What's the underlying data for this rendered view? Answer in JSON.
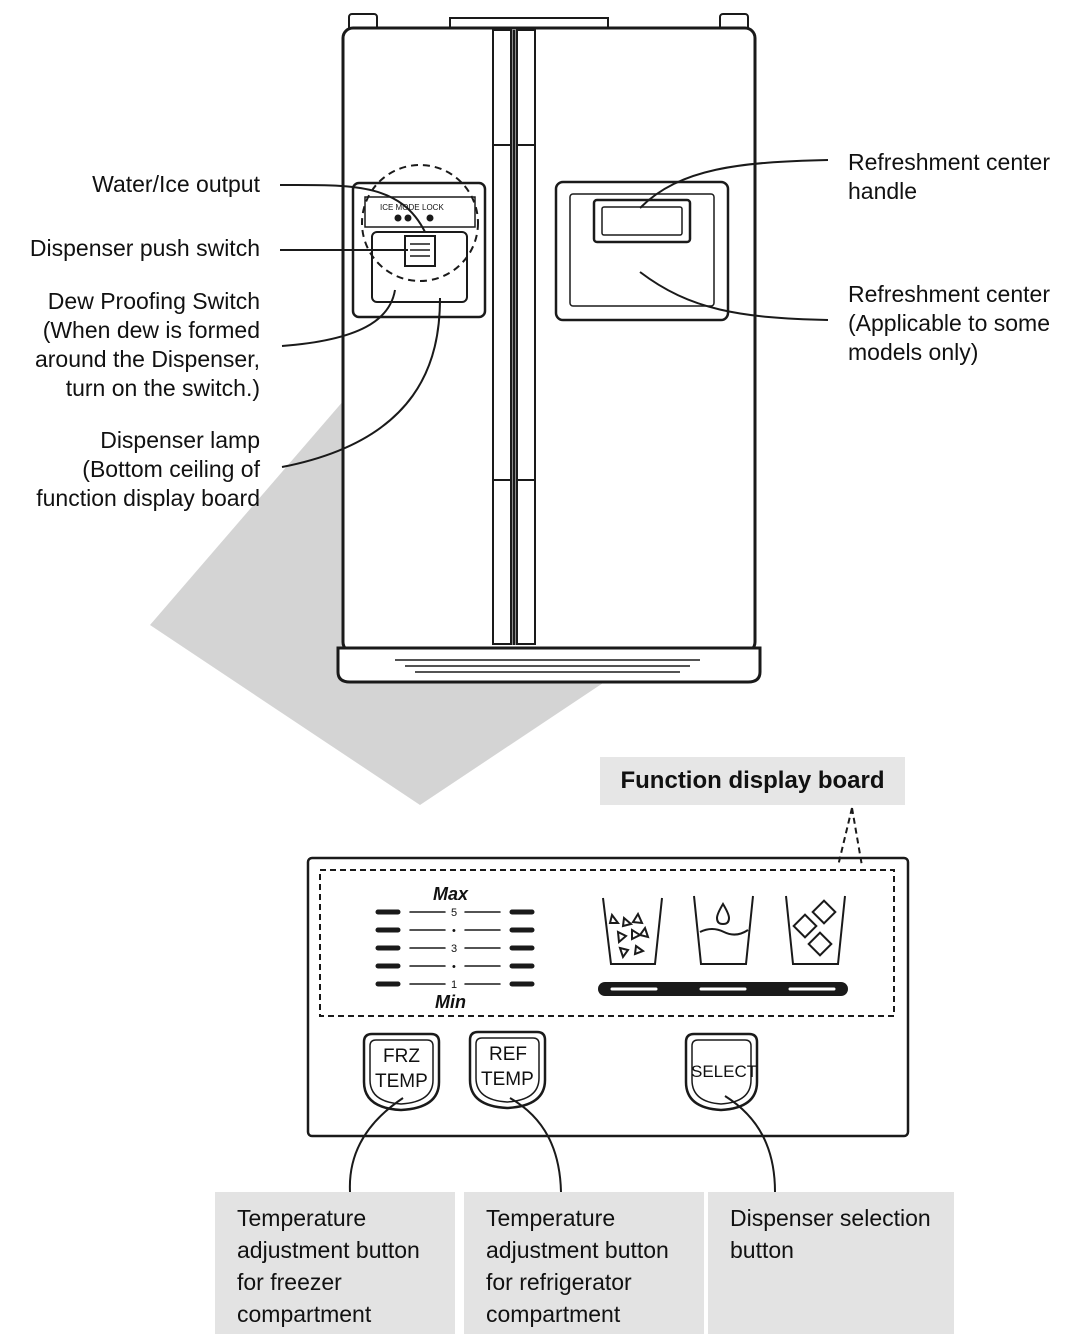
{
  "callouts": {
    "water_ice_output": "Water/Ice output",
    "dispenser_push_switch": "Dispenser push switch",
    "dew_proofing_switch": "Dew Proofing Switch\n(When dew is formed\naround the Dispenser,\nturn on the switch.)",
    "dispenser_lamp": "Dispenser  lamp\n(Bottom  ceiling of\nfunction display board",
    "refreshment_center_handle": "Refreshment center\nhandle",
    "refreshment_center": "Refreshment center\n(Applicable to some\nmodels only)"
  },
  "dispenser_panel": {
    "left_label": "ICE MODE",
    "right_label": "LOCK"
  },
  "function_display_board": {
    "title": "Function display board",
    "scale": {
      "max_label": "Max",
      "min_label": "Min",
      "tick_5": "5",
      "tick_3": "3",
      "tick_1": "1",
      "dot_4": "•",
      "dot_2": "•"
    },
    "dispenser_modes": [
      "crushed-ice-icon",
      "water-icon",
      "cubed-ice-icon"
    ],
    "buttons": {
      "frz_line1": "FRZ",
      "frz_line2": "TEMP",
      "ref_line1": "REF",
      "ref_line2": "TEMP",
      "select": "SELECT"
    }
  },
  "descriptions": {
    "freezer": "Temperature\nadjustment button\nfor  freezer\ncompartment",
    "refrigerator": "Temperature\nadjustment button\nfor  refrigerator\ncompartment",
    "dispenser": "Dispenser selection\nbutton"
  },
  "colors": {
    "line": "#1a1a1a",
    "arrow_gray": "#cfcfcf",
    "label_box": "#e3e3e3"
  }
}
